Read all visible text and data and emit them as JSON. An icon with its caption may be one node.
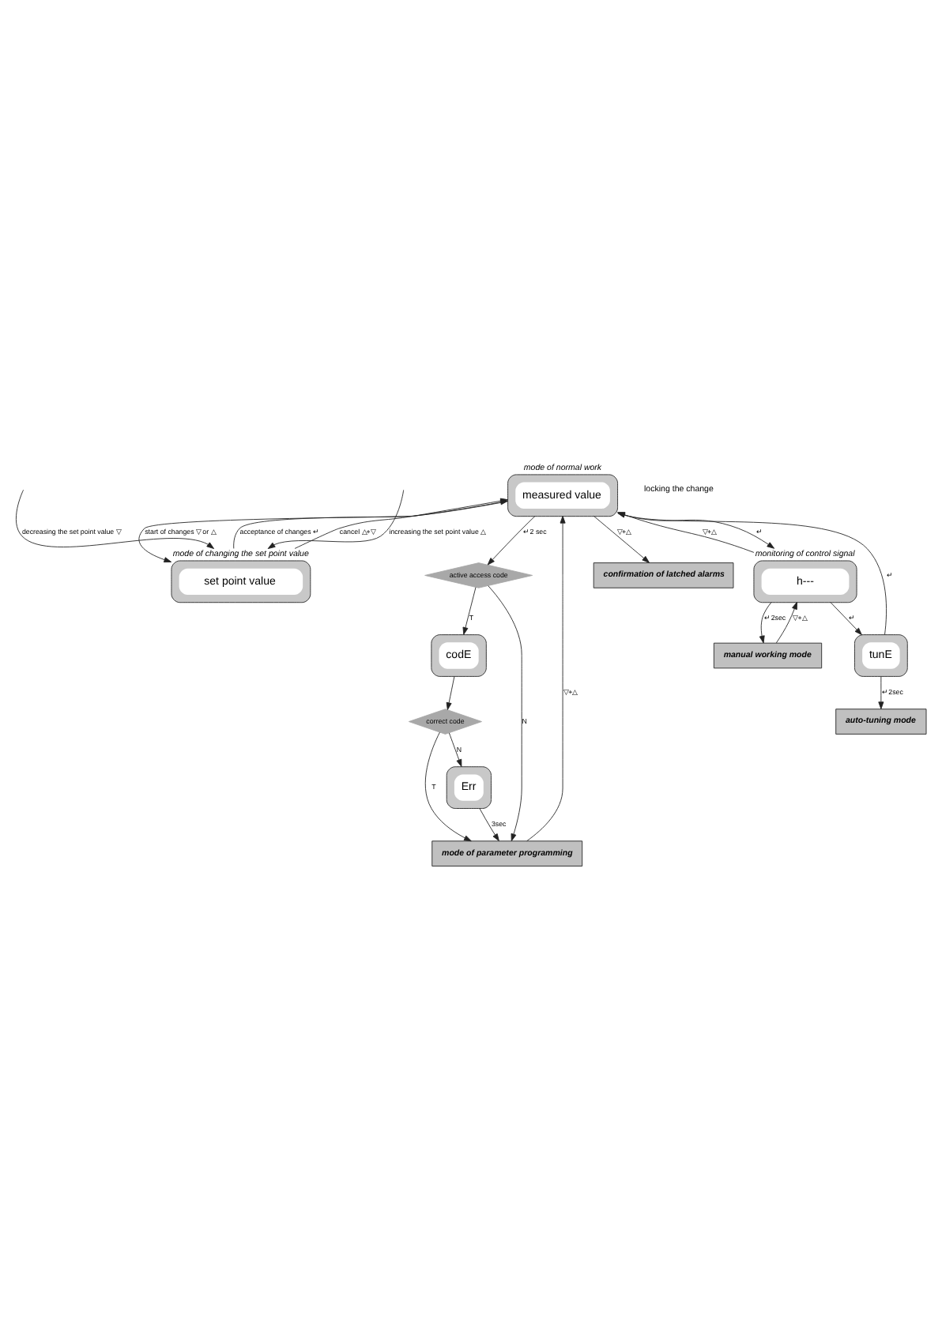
{
  "diagram": {
    "nodes": [
      {
        "text": [
          "measured value"
        ],
        "beside": [
          "mode of normal work"
        ]
      },
      {
        "text": [
          "set point value"
        ],
        "beside": [
          "mode of changing the set point value"
        ]
      },
      {
        "text": [
          "active access code"
        ]
      },
      {
        "text": [
          "codE"
        ]
      },
      {
        "text": [
          "correct code"
        ]
      },
      {
        "text": [
          "Err"
        ]
      },
      {
        "text": [
          "mode of parameter programming"
        ]
      },
      {
        "text": [
          "confirmation of latched alarms"
        ]
      },
      {
        "text": [
          "manual working mode"
        ]
      },
      {
        "text": [
          "h---"
        ],
        "beside": [
          "monitoring of control signal"
        ]
      },
      {
        "text": [
          "tunE"
        ]
      },
      {
        "text": [
          "auto-tuning mode"
        ]
      }
    ],
    "edges": [
      {
        "from": 0,
        "to": 1,
        "arrow": "to",
        "label": "start of changes ▽ or △"
      },
      {
        "from": 1,
        "to": 0,
        "arrow": "to",
        "label": "acceptance of changes ↵"
      },
      {
        "from": 1,
        "to": 0,
        "arrow": "to",
        "label": "cancel △+▽"
      },
      {
        "from": null,
        "to": 1,
        "arrow": "to",
        "label": "decreasing the set point value ▽"
      },
      {
        "from": null,
        "to": 1,
        "arrow": "to",
        "label": "increasing the set point value △"
      },
      {
        "from": 0,
        "to": 2,
        "arrow": "to",
        "label": "↵ 2 sec"
      },
      {
        "from": 2,
        "to": 3,
        "arrow": "to",
        "label": "T"
      },
      {
        "from": 2,
        "to": 6,
        "arrow": "to",
        "label": "N"
      },
      {
        "from": 3,
        "to": 4,
        "arrow": "to"
      },
      {
        "from": 4,
        "to": 5,
        "arrow": "to",
        "label": "N"
      },
      {
        "from": 4,
        "to": 6,
        "arrow": "to",
        "label": "T"
      },
      {
        "from": 5,
        "to": 6,
        "arrow": "to",
        "label": "3sec"
      },
      {
        "from": 6,
        "to": 0,
        "arrow": "to",
        "label": "▽+△"
      },
      {
        "from": 0,
        "to": 7,
        "arrow": "to",
        "label": "▽+△"
      },
      {
        "from": 0,
        "to": 9,
        "arrow": "to",
        "label": "↵"
      },
      {
        "from": 9,
        "to": 8,
        "arrow": "to",
        "label": "↵ 2sec"
      },
      {
        "from": 8,
        "to": 9,
        "arrow": "to",
        "label": "▽+△"
      },
      {
        "from": 9,
        "to": 10,
        "arrow": "to",
        "label": "↵"
      },
      {
        "from": 10,
        "to": 11,
        "arrow": "to",
        "label": "↵ 2sec"
      },
      {
        "from": 9,
        "to": 0,
        "arrow": "to",
        "label": "▽+△"
      },
      {
        "from": 10,
        "to": 0,
        "arrow": "to",
        "label": "↵"
      }
    ],
    "labels": [
      "locking the change"
    ]
  }
}
